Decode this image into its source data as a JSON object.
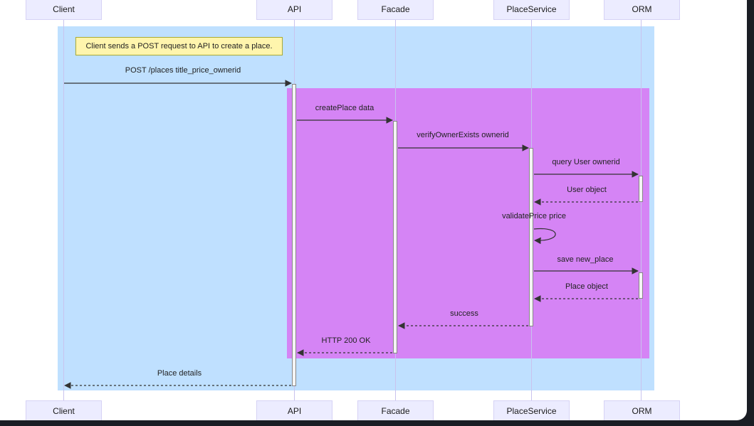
{
  "participants": [
    "Client",
    "API",
    "Facade",
    "PlaceService",
    "ORM"
  ],
  "note": "Client sends a POST request to API to create a place.",
  "messages": [
    {
      "label": "POST /places title_price_ownerid"
    },
    {
      "label": "createPlace data"
    },
    {
      "label": "verifyOwnerExists ownerid"
    },
    {
      "label": "query User ownerid"
    },
    {
      "label": "User object"
    },
    {
      "label": "validatePrice price"
    },
    {
      "label": "save new_place"
    },
    {
      "label": "Place object"
    },
    {
      "label": "success"
    },
    {
      "label": "HTTP 200 OK"
    },
    {
      "label": "Place details"
    }
  ],
  "colors": {
    "outer_block": "#bfe0ff",
    "inner_block": "#d584f5",
    "participant": "#ECECFF",
    "note": "#fff5ad",
    "line": "#333333"
  }
}
